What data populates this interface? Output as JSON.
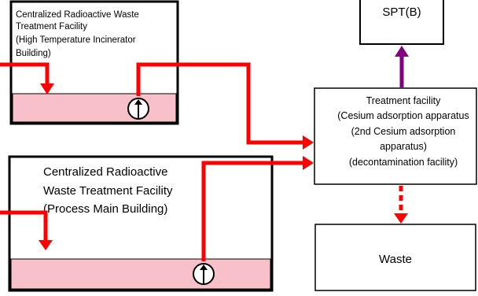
{
  "boxes": {
    "incinerator": {
      "lines": [
        "Centralized Radioactive Waste",
        "Treatment Facility",
        "(High Temperature Incinerator",
        "Building)"
      ]
    },
    "process": {
      "lines": [
        "Centralized Radioactive",
        "Waste Treatment Facility",
        "(Process Main Building)"
      ]
    },
    "treatment": {
      "lines": [
        "Treatment facility",
        "(Cesium adsorption apparatus",
        "(2nd Cesium adsorption",
        "apparatus)",
        "(decontamination facility)"
      ]
    },
    "spt": {
      "label": "SPT(B)"
    },
    "waste": {
      "label": "Waste"
    }
  },
  "colors": {
    "flow_arrow": "#ff0000",
    "spt_arrow": "#800080",
    "water_fill": "#f8c0c8",
    "border": "#000000"
  },
  "icons": {
    "pump": "pump-icon"
  }
}
